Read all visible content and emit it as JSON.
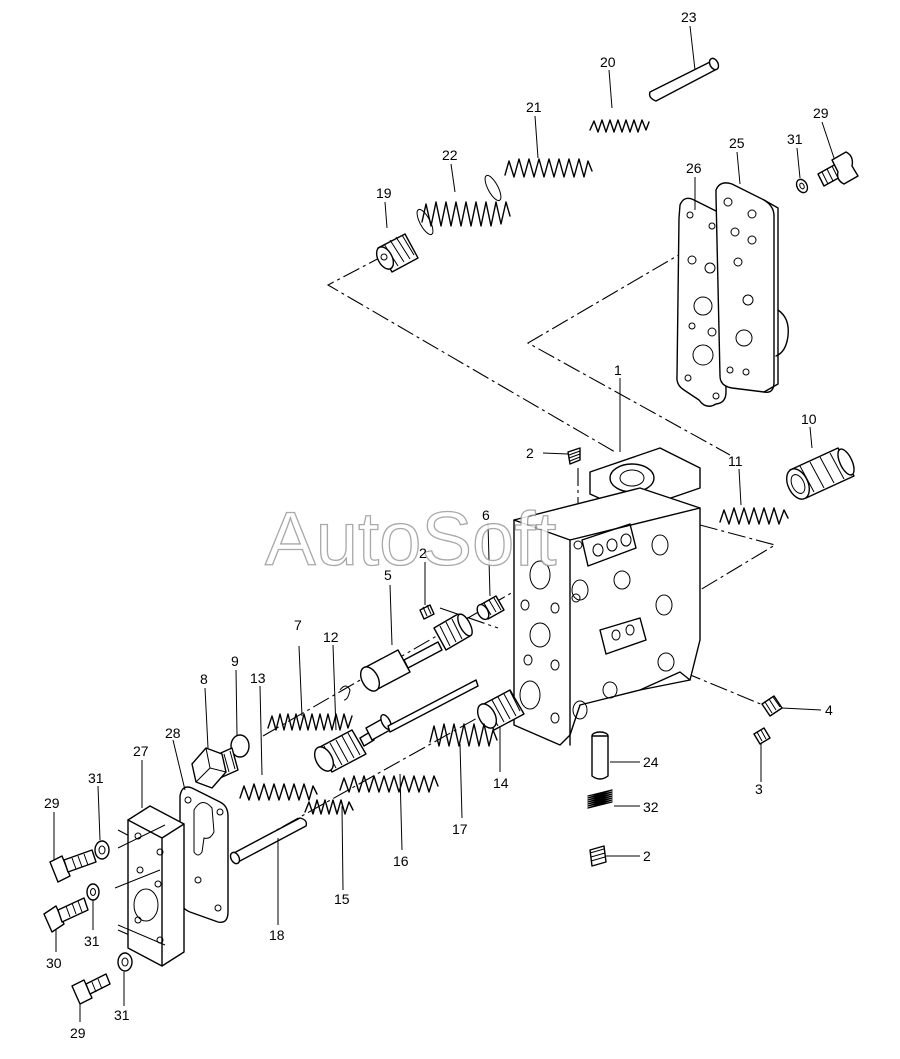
{
  "watermark": "AutoSoft",
  "labels": {
    "l1": "1",
    "l2a": "2",
    "l2b": "2",
    "l2c": "2",
    "l3": "3",
    "l4": "4",
    "l5": "5",
    "l6": "6",
    "l7": "7",
    "l8": "8",
    "l9": "9",
    "l10": "10",
    "l11": "11",
    "l12": "12",
    "l13": "13",
    "l14": "14",
    "l15": "15",
    "l16": "16",
    "l17": "17",
    "l18": "18",
    "l19": "19",
    "l20": "20",
    "l21": "21",
    "l22": "22",
    "l23": "23",
    "l24": "24",
    "l25": "25",
    "l26": "26",
    "l27": "27",
    "l28": "28",
    "l29a": "29",
    "l29b": "29",
    "l29c": "29",
    "l30": "30",
    "l31a": "31",
    "l31b": "31",
    "l31c": "31",
    "l31d": "31",
    "l32": "32"
  }
}
